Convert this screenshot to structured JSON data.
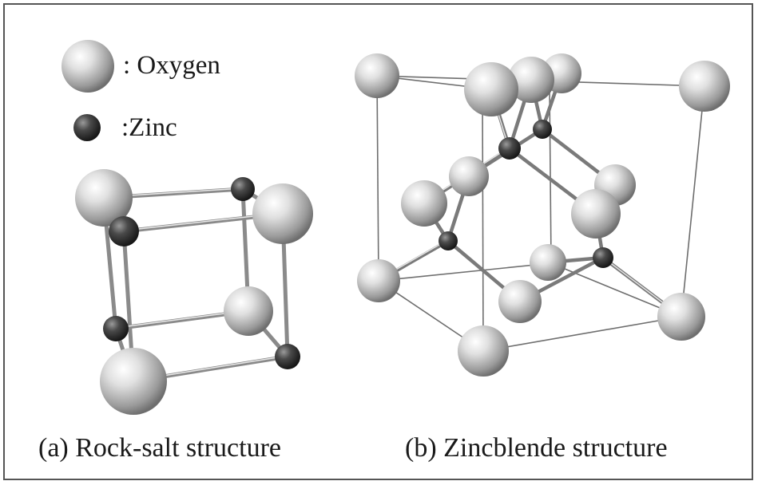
{
  "legend": {
    "oxygen_label": ": Oxygen",
    "zinc_label": ":Zinc"
  },
  "captions": {
    "rock_salt": "(a) Rock-salt structure",
    "zincblende": "(b) Zincblende structure"
  },
  "colors": {
    "oxygen_atom": "#c8c8c8",
    "zinc_atom": "#3a3a3a",
    "bond": "#7a7a7a",
    "frame_border": "#555555"
  }
}
